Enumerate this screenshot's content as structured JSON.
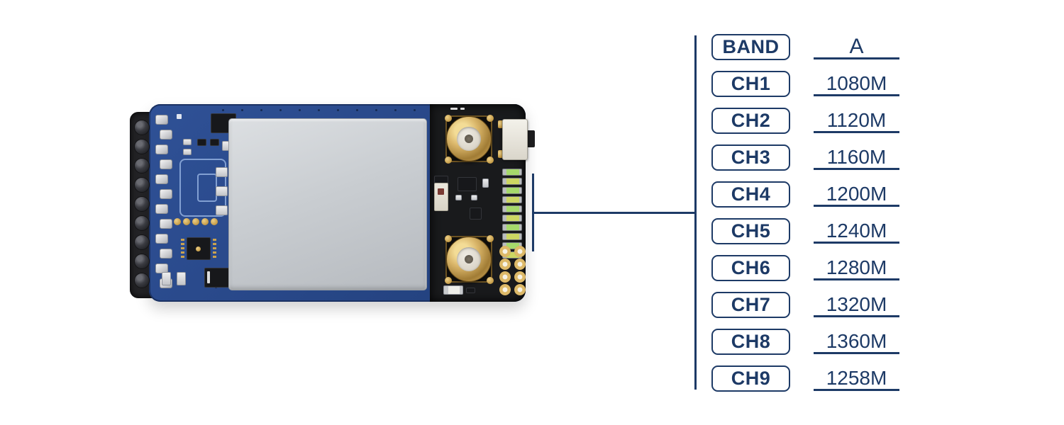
{
  "colors": {
    "accent": "#1d3a66",
    "pcb_blue": "#2a4a8c",
    "board_black": "#191a1c",
    "shield_gray": "#c9cdd1",
    "gold": "#d2ab58",
    "led_green": "#a6d96b",
    "led_yellow": "#ccd763"
  },
  "frequency_table": {
    "band_header": "BAND",
    "band_name": "A",
    "channels": [
      {
        "label": "CH1",
        "frequency": "1080M"
      },
      {
        "label": "CH2",
        "frequency": "1120M"
      },
      {
        "label": "CH3",
        "frequency": "1160M"
      },
      {
        "label": "CH4",
        "frequency": "1200M"
      },
      {
        "label": "CH5",
        "frequency": "1240M"
      },
      {
        "label": "CH6",
        "frequency": "1280M"
      },
      {
        "label": "CH7",
        "frequency": "1320M"
      },
      {
        "label": "CH8",
        "frequency": "1360M"
      },
      {
        "label": "CH9",
        "frequency": "1258M"
      }
    ]
  },
  "board": {
    "pin_count": 9,
    "solder_pad_count": 12,
    "led_count": 10,
    "through_hole_count": 8,
    "drill_dot_count": 11
  }
}
